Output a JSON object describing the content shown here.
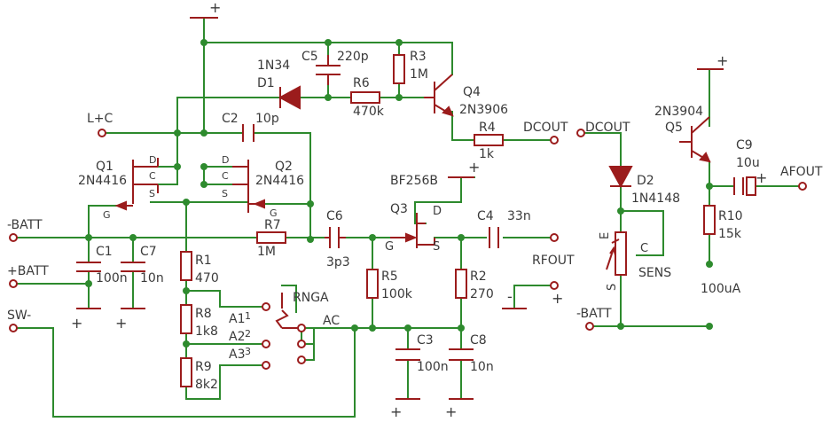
{
  "colors": {
    "part": "#9b1c1c",
    "wire": "#2d8a2d",
    "junction": "#2e8b2e",
    "text": "#3a3a3a",
    "background": "#ffffff"
  },
  "labels": {
    "plus_top": "+",
    "plus_q5": "+",
    "plus_bf256": "+",
    "plus_c1": "+",
    "plus_c7": "+",
    "plus_c3": "+",
    "plus_c8": "+",
    "plus_rfout": "+",
    "plus_c9": "+",
    "minus_rfout": "-"
  },
  "nets": {
    "lc": "L+C",
    "batt_neg": "-BATT",
    "batt_pos": "+BATT",
    "sw": "SW-",
    "dcout": "DCOUT",
    "dcout2": "DCOUT",
    "rfout": "RFOUT",
    "afout": "AFOUT",
    "batt_neg2": "-BATT",
    "ac": "AC",
    "rnga": "RNGA",
    "a1": "A1",
    "a2": "A2",
    "a3": "A3",
    "a1_pin": "1",
    "a2_pin": "2",
    "a3_pin": "3",
    "current": "100uA"
  },
  "parts": {
    "c5": {
      "name": "C5",
      "value": "220p"
    },
    "r3": {
      "name": "R3",
      "value": "1M"
    },
    "d1": {
      "name": "D1",
      "value": "1N34"
    },
    "r6": {
      "name": "R6",
      "value": "470k"
    },
    "q4": {
      "name": "Q4",
      "value": "2N3906"
    },
    "c2": {
      "name": "C2",
      "value": "10p"
    },
    "r4": {
      "name": "R4",
      "value": "1k"
    },
    "q1": {
      "name": "Q1",
      "value": "2N4416",
      "pin_d": "D",
      "pin_c": "C",
      "pin_s": "S",
      "pin_g": "G"
    },
    "q2": {
      "name": "Q2",
      "value": "2N4416",
      "pin_d": "D",
      "pin_c": "C",
      "pin_s": "S",
      "pin_g": "G"
    },
    "q3": {
      "name": "Q3",
      "value": "BF256B",
      "pin_d": "D",
      "pin_g": "G",
      "pin_s": "S"
    },
    "r7": {
      "name": "R7",
      "value": "1M"
    },
    "c6": {
      "name": "C6",
      "value": "3p3"
    },
    "c4": {
      "name": "C4",
      "value": "33n"
    },
    "c1": {
      "name": "C1",
      "value": "100n"
    },
    "c7": {
      "name": "C7",
      "value": "10n"
    },
    "r1": {
      "name": "R1",
      "value": "470"
    },
    "r5": {
      "name": "R5",
      "value": "100k"
    },
    "r2": {
      "name": "R2",
      "value": "270"
    },
    "r8": {
      "name": "R8",
      "value": "1k8"
    },
    "r9": {
      "name": "R9",
      "value": "8k2"
    },
    "c3": {
      "name": "C3",
      "value": "100n"
    },
    "c8": {
      "name": "C8",
      "value": "10n"
    },
    "q5": {
      "name": "Q5",
      "value": "2N3904"
    },
    "d2": {
      "name": "D2",
      "value": "1N4148"
    },
    "c9": {
      "name": "C9",
      "value": "10u"
    },
    "r10": {
      "name": "R10",
      "value": "15k"
    },
    "sens": {
      "name": "SENS",
      "pin_e": "E",
      "pin_c": "C",
      "pin_s": "S"
    }
  }
}
